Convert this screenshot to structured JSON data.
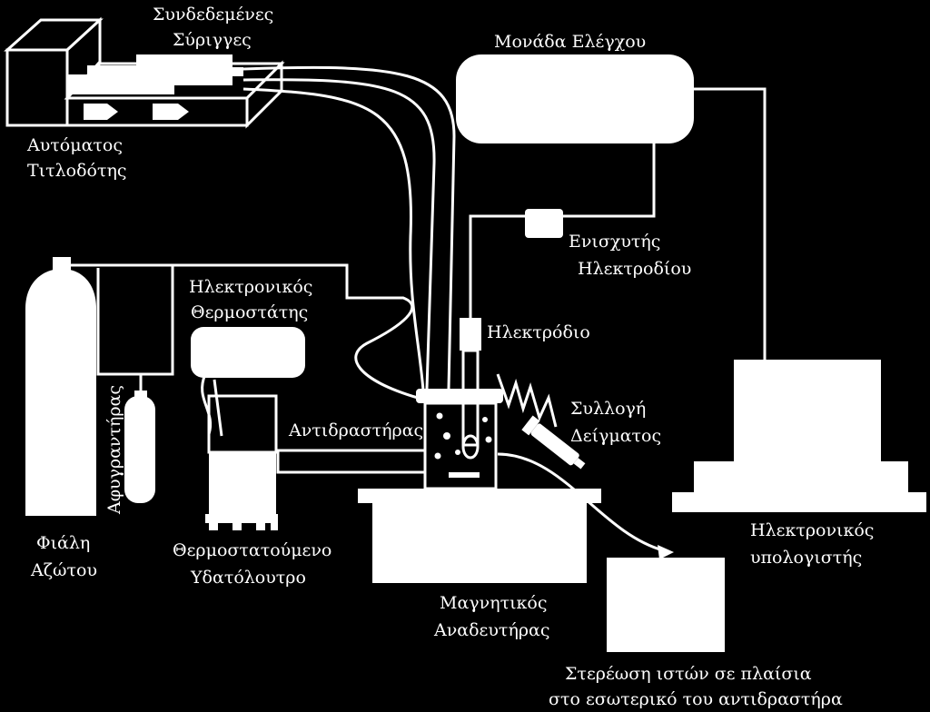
{
  "colors": {
    "background": "#000000",
    "foreground": "#ffffff"
  },
  "labels": {
    "syringes_l1": "Συνδεδεμένες",
    "syringes_l2": "Σύριγγες",
    "titrator_l1": "Αυτόματος",
    "titrator_l2": "Τιτλοδότης",
    "control_unit": "Μονάδα Ελέγχου",
    "amplifier_l1": "Ενισχυτής",
    "amplifier_l2": "Ηλεκτροδίου",
    "electrode": "Ηλεκτρόδιο",
    "thermostat_l1": "Ηλεκτρονικός",
    "thermostat_l2": "Θερμοστάτης",
    "reactor": "Αντιδραστήρας",
    "sampling_l1": "Συλλογή",
    "sampling_l2": "Δείγματος",
    "humidifier": "Αφυγραντήρας",
    "bottle_l1": "Φιάλη",
    "bottle_l2": "Αζώτου",
    "bath_l1": "Θερμοστατούμενο",
    "bath_l2": "Υδατόλουτρο",
    "stirrer_l1": "Μαγνητικός",
    "stirrer_l2": "Αναδευτήρας",
    "computer_l1": "Ηλεκτρονικός",
    "computer_l2": "υπολογιστής",
    "fixation_l1": "Στερέωση ιστών σε πλαίσια",
    "fixation_l2": "στο εσωτερικό του αντιδραστήρα"
  }
}
